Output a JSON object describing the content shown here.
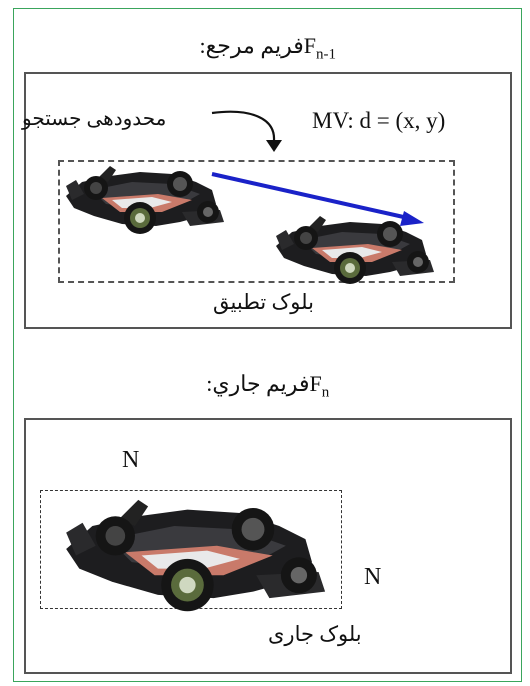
{
  "reference_frame": {
    "title_text": "فریم مرجع: ",
    "frame_symbol": "F",
    "frame_subscript": "n-1",
    "search_area_label": "محدودهی جستجو",
    "mv_label": "MV: d = (x, y)",
    "matching_block_label": "بلوک تطبیق"
  },
  "current_frame": {
    "title_text": "فریم جاري: ",
    "frame_symbol": "F",
    "frame_subscript": "n",
    "block_width_label": "N",
    "block_height_label": "N",
    "current_block_label": "بلوک جاری"
  },
  "colors": {
    "motion_vector": "#1a22c8",
    "outer_border": "#3aa55c",
    "box_border": "#555555"
  },
  "icons": [
    "race-car-image",
    "curved-arrow-icon"
  ]
}
